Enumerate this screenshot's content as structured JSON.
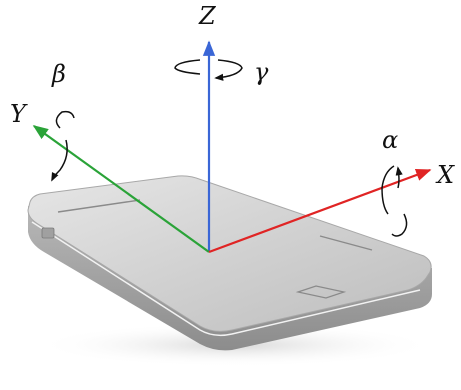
{
  "axes": {
    "z": {
      "label": "Z",
      "color": "#3a66d6"
    },
    "y": {
      "label": "Y",
      "color": "#2aa338"
    },
    "x": {
      "label": "X",
      "color": "#e02424"
    }
  },
  "rotations": {
    "gamma": {
      "label": "γ"
    },
    "beta": {
      "label": "β"
    },
    "alpha": {
      "label": "α"
    }
  }
}
